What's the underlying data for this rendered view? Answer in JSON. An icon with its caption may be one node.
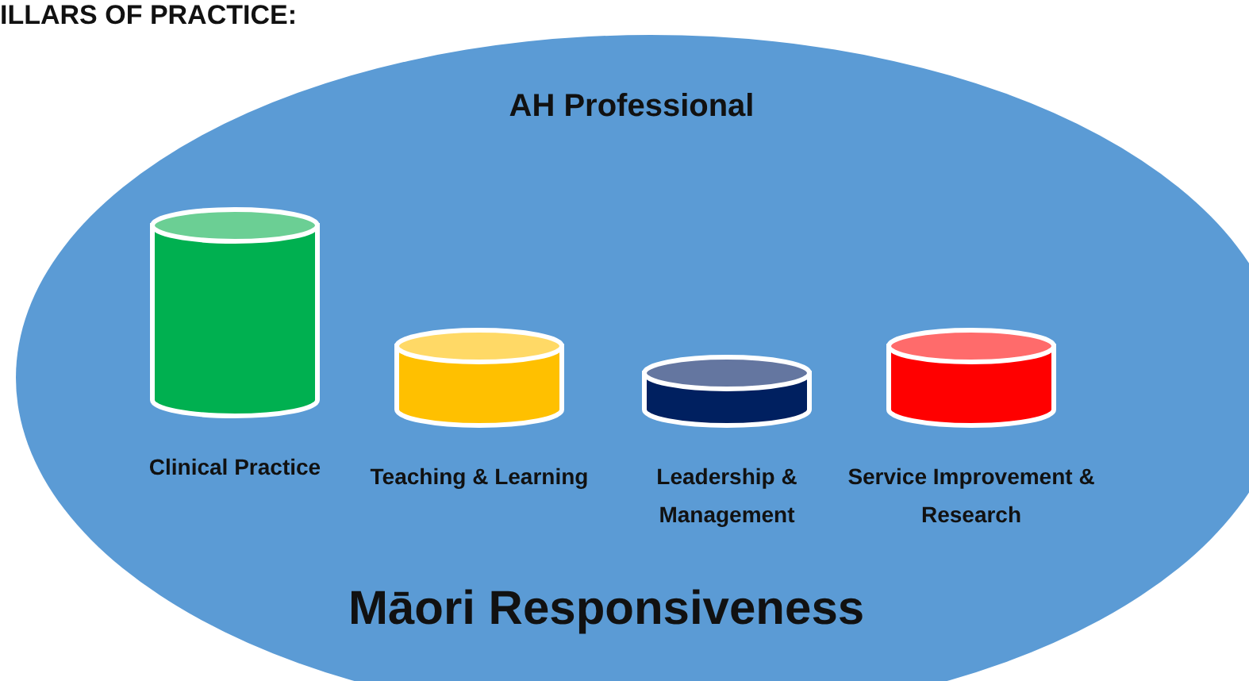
{
  "diagram": {
    "title": "ILLARS OF PRACTICE:",
    "nodes": [
      {
        "text": [
          "AH Professional",
          "Māori Responsiveness"
        ]
      },
      {
        "text": [
          "Clinical Practice"
        ],
        "in": 0
      },
      {
        "text": [
          "Teaching & Learning"
        ],
        "in": 0
      },
      {
        "text": [
          "Leadership & Management"
        ],
        "in": 0
      },
      {
        "text": [
          "Service Improvement & Research"
        ],
        "in": 0
      }
    ]
  }
}
